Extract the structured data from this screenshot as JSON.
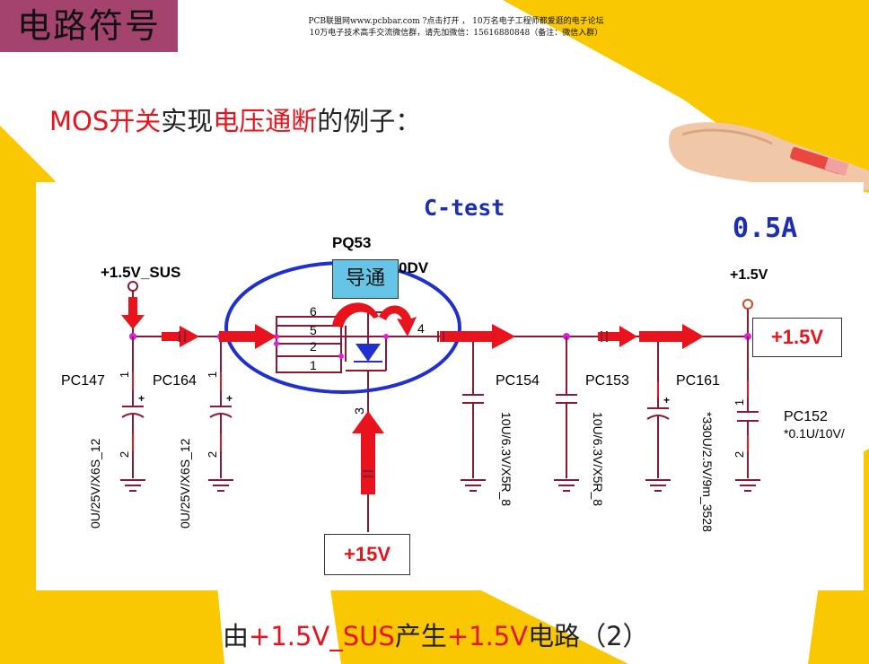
{
  "header": {
    "title": "电路符号",
    "banner_line1": "PCB联盟网www.pcbbar.com ?点击打开 ， 10万名电子工程师都爱逛的电子论坛",
    "banner_line2": "10万电子技术高手交流微信群，请先加微信：15616880848（备注：微信入群）"
  },
  "heading": {
    "part1": "MOS开关",
    "part2": "实现",
    "part3": "电压通断",
    "part4": "的例子："
  },
  "schematic": {
    "title": "C-test",
    "current": "0.5A",
    "mos_ref": "PQ53",
    "mos_value_fragment": "0DV",
    "conducting_label": "导通",
    "input_net": "+1.5V_SUS",
    "output_net": "+1.5V",
    "output_box": "+1.5V",
    "gate_box": "+15V",
    "pins": {
      "p6": "6",
      "p5": "5",
      "p2": "2",
      "p1": "1",
      "p4": "4",
      "p3": "3"
    },
    "capacitors": [
      {
        "ref": "PC147",
        "value": "0U/25V/X6S_12",
        "pin1": "1",
        "pin2": "2"
      },
      {
        "ref": "PC164",
        "value": "0U/25V/X6S_12",
        "pin1": "1",
        "pin2": "2"
      },
      {
        "ref": "PC154",
        "value": "10U/6.3V/X5R_8"
      },
      {
        "ref": "PC153",
        "value": "10U/6.3V/X5R_8"
      },
      {
        "ref": "PC161",
        "value": "*330U/2.5V/9m_3528"
      },
      {
        "ref": "PC152",
        "value": "*0.1U/10V/",
        "pin1": "1",
        "pin2": "2"
      }
    ],
    "polarity_mark": "+"
  },
  "footer": {
    "part1": "由",
    "part2": "+1.5V_SUS",
    "part3": "产生",
    "part4": "+1.5V",
    "part5": "电路（2）"
  },
  "colors": {
    "title_bg": "#a5436f",
    "accent_red": "#e8131c",
    "wire": "#8a1a33",
    "ellipse": "#1f2fd0",
    "yellow": "#f9c800"
  }
}
